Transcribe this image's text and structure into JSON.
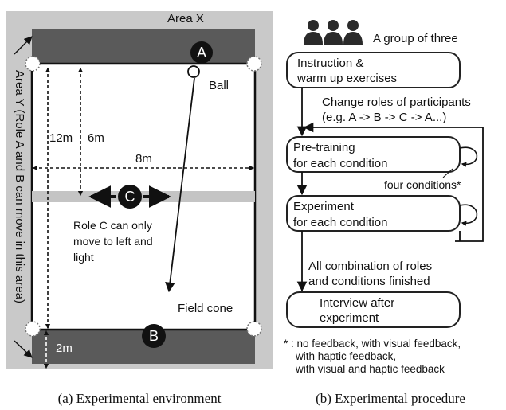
{
  "left_panel": {
    "area_x": "Area X",
    "area_y": "Area Y (Role A and B can move in this area)",
    "role_a": "A",
    "role_b": "B",
    "role_c": "C",
    "ball": "Ball",
    "dim_12m": "12m",
    "dim_6m": "6m",
    "dim_8m": "8m",
    "dim_2m": "2m",
    "role_c_note": [
      "Role C can only",
      "move to left and",
      "light"
    ],
    "field_cone": "Field cone",
    "caption": "(a) Experimental environment"
  },
  "right_panel": {
    "group": "A group of three",
    "step1": [
      "Instruction &",
      "warm up exercises"
    ],
    "change_roles": [
      "Change roles of participants",
      "(e.g. A -> B -> C -> A...)"
    ],
    "step2": [
      "Pre-training",
      "for each condition"
    ],
    "four_conditions": "four conditions*",
    "step3": [
      "Experiment",
      "for each condition"
    ],
    "finished": [
      "All combination of roles",
      "and conditions finished"
    ],
    "step4": [
      "Interview after",
      "experiment"
    ],
    "footnote": [
      "* : no feedback, with visual feedback,",
      "with haptic feedback,",
      "with visual and haptic feedback"
    ],
    "caption": "(b) Experimental procedure"
  }
}
